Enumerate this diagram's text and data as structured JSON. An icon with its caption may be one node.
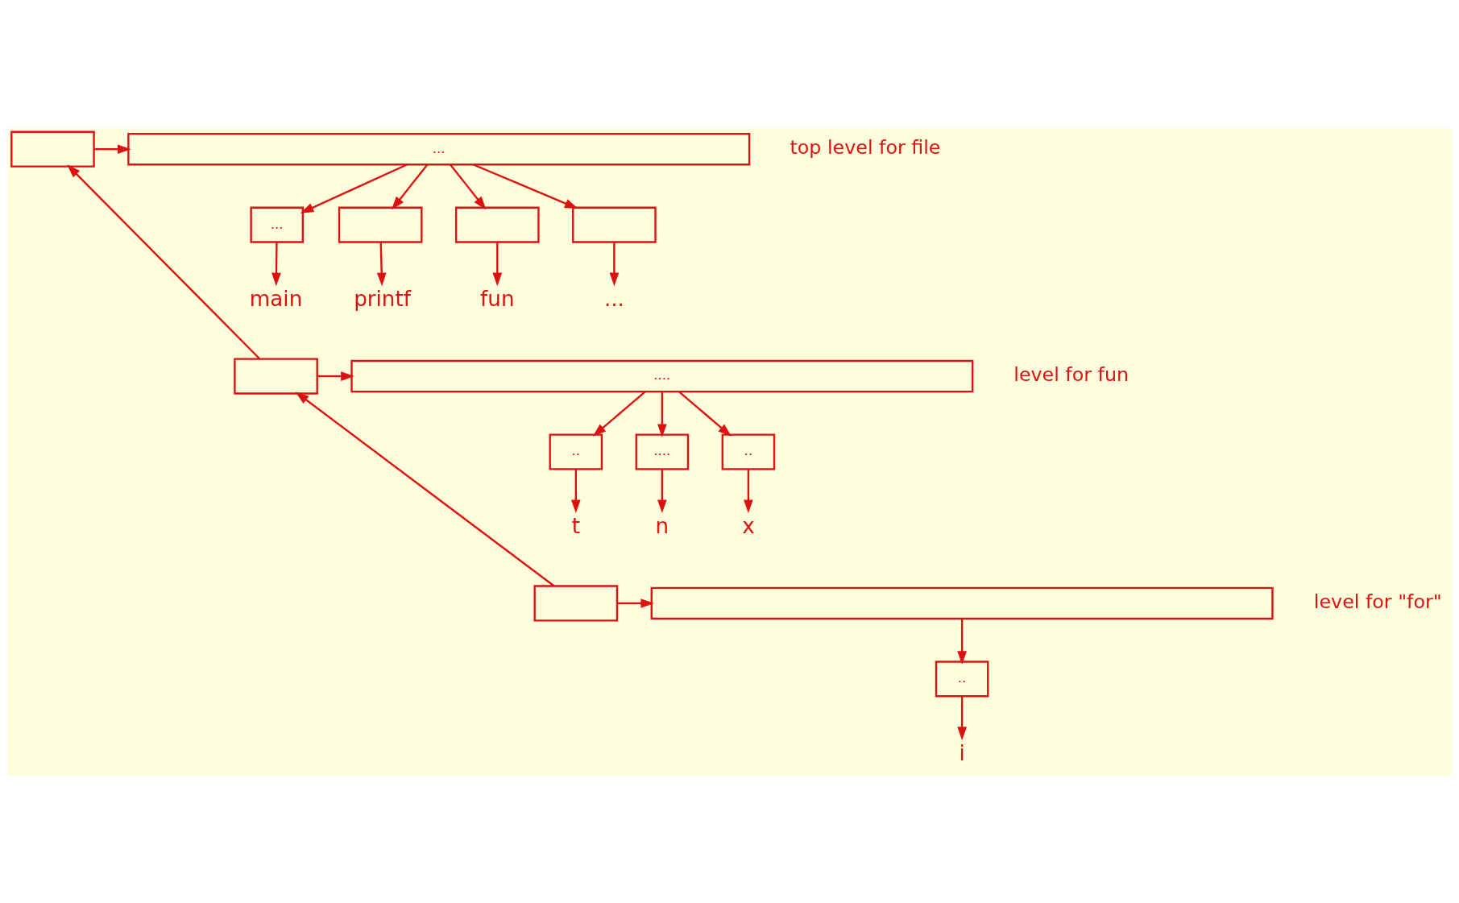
{
  "diagram": {
    "nodes": [
      {
        "text": [],
        "shape": "box"
      },
      {
        "text": [
          "..."
        ],
        "beside": [
          "top level for file"
        ]
      },
      {
        "text": [
          "..."
        ]
      },
      {
        "text": [],
        "shape": "box"
      },
      {
        "text": [],
        "shape": "box"
      },
      {
        "text": [],
        "shape": "box"
      },
      {
        "text": [
          "main"
        ]
      },
      {
        "text": [
          "printf"
        ]
      },
      {
        "text": [
          "fun"
        ]
      },
      {
        "text": [
          "..."
        ]
      },
      {
        "text": [],
        "shape": "box"
      },
      {
        "text": [
          "...."
        ],
        "beside": [
          "level for fun"
        ]
      },
      {
        "text": [
          ".."
        ]
      },
      {
        "text": [
          "...."
        ]
      },
      {
        "text": [
          ".."
        ]
      },
      {
        "text": [
          "t"
        ]
      },
      {
        "text": [
          "n"
        ]
      },
      {
        "text": [
          "x"
        ]
      },
      {
        "text": [],
        "shape": "box"
      },
      {
        "text": [],
        "beside": [
          "level for \"for\""
        ],
        "shape": "box"
      },
      {
        "text": [
          ".."
        ]
      },
      {
        "text": [
          "i"
        ]
      }
    ],
    "edges": [
      {
        "from": 0,
        "to": 1,
        "arrow": "to"
      },
      {
        "from": 1,
        "to": 2,
        "arrow": "to"
      },
      {
        "from": 1,
        "to": 3,
        "arrow": "to"
      },
      {
        "from": 1,
        "to": 4,
        "arrow": "to"
      },
      {
        "from": 1,
        "to": 5,
        "arrow": "to"
      },
      {
        "from": 2,
        "to": 6,
        "arrow": "to"
      },
      {
        "from": 3,
        "to": 7,
        "arrow": "to"
      },
      {
        "from": 4,
        "to": 8,
        "arrow": "to"
      },
      {
        "from": 5,
        "to": 9,
        "arrow": "to"
      },
      {
        "from": 10,
        "to": 0,
        "arrow": "to"
      },
      {
        "from": 10,
        "to": 11,
        "arrow": "to"
      },
      {
        "from": 11,
        "to": 12,
        "arrow": "to"
      },
      {
        "from": 11,
        "to": 13,
        "arrow": "to"
      },
      {
        "from": 11,
        "to": 14,
        "arrow": "to"
      },
      {
        "from": 12,
        "to": 15,
        "arrow": "to"
      },
      {
        "from": 13,
        "to": 16,
        "arrow": "to"
      },
      {
        "from": 14,
        "to": 17,
        "arrow": "to"
      },
      {
        "from": 18,
        "to": 10,
        "arrow": "to"
      },
      {
        "from": 18,
        "to": 19,
        "arrow": "to"
      },
      {
        "from": 19,
        "to": 20,
        "arrow": "to"
      },
      {
        "from": 20,
        "to": 21,
        "arrow": "to"
      }
    ]
  }
}
